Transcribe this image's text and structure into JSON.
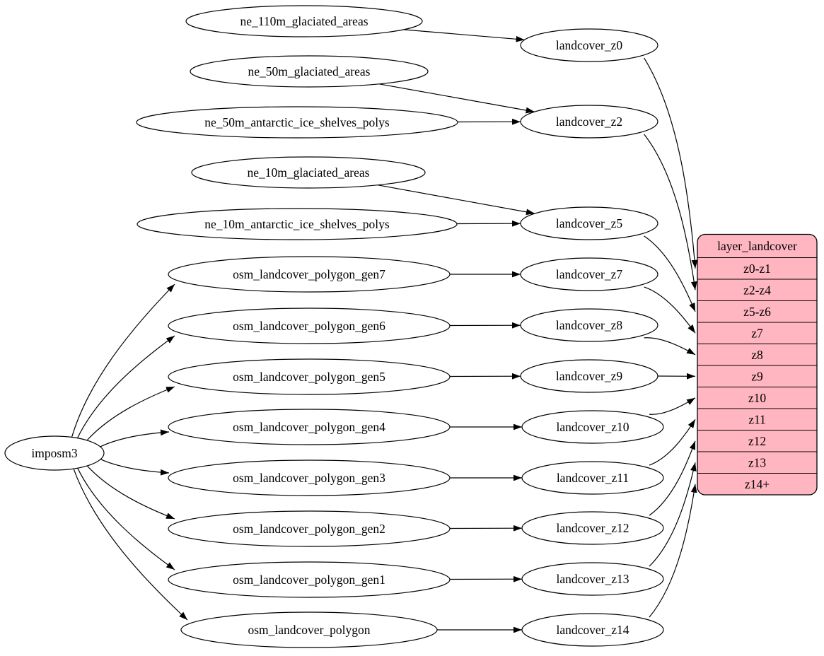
{
  "diagram": {
    "colors": {
      "background": "#ffffff",
      "node_fill": "#ffffff",
      "stroke": "#000000",
      "record_fill": "#ffb6c1"
    },
    "nodes": [
      {
        "id": "imposm3",
        "label": "imposm3"
      },
      {
        "id": "ne_110m_glaciated_areas",
        "label": "ne_110m_glaciated_areas"
      },
      {
        "id": "ne_50m_glaciated_areas",
        "label": "ne_50m_glaciated_areas"
      },
      {
        "id": "ne_50m_antarctic_ice_shelves_polys",
        "label": "ne_50m_antarctic_ice_shelves_polys"
      },
      {
        "id": "ne_10m_glaciated_areas",
        "label": "ne_10m_glaciated_areas"
      },
      {
        "id": "ne_10m_antarctic_ice_shelves_polys",
        "label": "ne_10m_antarctic_ice_shelves_polys"
      },
      {
        "id": "osm_landcover_polygon_gen7",
        "label": "osm_landcover_polygon_gen7"
      },
      {
        "id": "osm_landcover_polygon_gen6",
        "label": "osm_landcover_polygon_gen6"
      },
      {
        "id": "osm_landcover_polygon_gen5",
        "label": "osm_landcover_polygon_gen5"
      },
      {
        "id": "osm_landcover_polygon_gen4",
        "label": "osm_landcover_polygon_gen4"
      },
      {
        "id": "osm_landcover_polygon_gen3",
        "label": "osm_landcover_polygon_gen3"
      },
      {
        "id": "osm_landcover_polygon_gen2",
        "label": "osm_landcover_polygon_gen2"
      },
      {
        "id": "osm_landcover_polygon_gen1",
        "label": "osm_landcover_polygon_gen1"
      },
      {
        "id": "osm_landcover_polygon",
        "label": "osm_landcover_polygon"
      },
      {
        "id": "landcover_z0",
        "label": "landcover_z0"
      },
      {
        "id": "landcover_z2",
        "label": "landcover_z2"
      },
      {
        "id": "landcover_z5",
        "label": "landcover_z5"
      },
      {
        "id": "landcover_z7",
        "label": "landcover_z7"
      },
      {
        "id": "landcover_z8",
        "label": "landcover_z8"
      },
      {
        "id": "landcover_z9",
        "label": "landcover_z9"
      },
      {
        "id": "landcover_z10",
        "label": "landcover_z10"
      },
      {
        "id": "landcover_z11",
        "label": "landcover_z11"
      },
      {
        "id": "landcover_z12",
        "label": "landcover_z12"
      },
      {
        "id": "landcover_z13",
        "label": "landcover_z13"
      },
      {
        "id": "landcover_z14",
        "label": "landcover_z14"
      }
    ],
    "record": {
      "id": "layer_landcover",
      "title": "layer_landcover",
      "rows": [
        "z0-z1",
        "z2-z4",
        "z5-z6",
        "z7",
        "z8",
        "z9",
        "z10",
        "z11",
        "z12",
        "z13",
        "z14+"
      ]
    },
    "edges": [
      {
        "from": "ne_110m_glaciated_areas",
        "to": "landcover_z0"
      },
      {
        "from": "ne_50m_glaciated_areas",
        "to": "landcover_z2"
      },
      {
        "from": "ne_50m_antarctic_ice_shelves_polys",
        "to": "landcover_z2"
      },
      {
        "from": "ne_10m_glaciated_areas",
        "to": "landcover_z5"
      },
      {
        "from": "ne_10m_antarctic_ice_shelves_polys",
        "to": "landcover_z5"
      },
      {
        "from": "imposm3",
        "to": "osm_landcover_polygon_gen7"
      },
      {
        "from": "imposm3",
        "to": "osm_landcover_polygon_gen6"
      },
      {
        "from": "imposm3",
        "to": "osm_landcover_polygon_gen5"
      },
      {
        "from": "imposm3",
        "to": "osm_landcover_polygon_gen4"
      },
      {
        "from": "imposm3",
        "to": "osm_landcover_polygon_gen3"
      },
      {
        "from": "imposm3",
        "to": "osm_landcover_polygon_gen2"
      },
      {
        "from": "imposm3",
        "to": "osm_landcover_polygon_gen1"
      },
      {
        "from": "imposm3",
        "to": "osm_landcover_polygon"
      },
      {
        "from": "osm_landcover_polygon_gen7",
        "to": "landcover_z7"
      },
      {
        "from": "osm_landcover_polygon_gen6",
        "to": "landcover_z8"
      },
      {
        "from": "osm_landcover_polygon_gen5",
        "to": "landcover_z9"
      },
      {
        "from": "osm_landcover_polygon_gen4",
        "to": "landcover_z10"
      },
      {
        "from": "osm_landcover_polygon_gen3",
        "to": "landcover_z11"
      },
      {
        "from": "osm_landcover_polygon_gen2",
        "to": "landcover_z12"
      },
      {
        "from": "osm_landcover_polygon_gen1",
        "to": "landcover_z13"
      },
      {
        "from": "osm_landcover_polygon",
        "to": "landcover_z14"
      },
      {
        "from": "landcover_z0",
        "to": "layer_landcover:z0-z1"
      },
      {
        "from": "landcover_z2",
        "to": "layer_landcover:z2-z4"
      },
      {
        "from": "landcover_z5",
        "to": "layer_landcover:z5-z6"
      },
      {
        "from": "landcover_z7",
        "to": "layer_landcover:z7"
      },
      {
        "from": "landcover_z8",
        "to": "layer_landcover:z8"
      },
      {
        "from": "landcover_z9",
        "to": "layer_landcover:z9"
      },
      {
        "from": "landcover_z10",
        "to": "layer_landcover:z10"
      },
      {
        "from": "landcover_z11",
        "to": "layer_landcover:z11"
      },
      {
        "from": "landcover_z12",
        "to": "layer_landcover:z12"
      },
      {
        "from": "landcover_z13",
        "to": "layer_landcover:z13"
      },
      {
        "from": "landcover_z14",
        "to": "layer_landcover:z14+"
      }
    ]
  }
}
